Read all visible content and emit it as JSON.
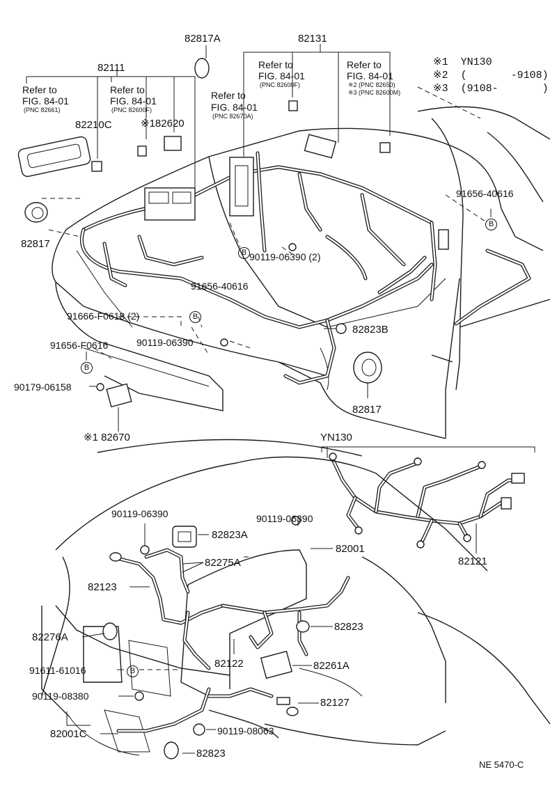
{
  "legend": {
    "row1": "※1  YN130",
    "row2": "※2  (       -9108)",
    "row3": "※3  (9108-       )"
  },
  "circle_b": "B",
  "top": {
    "p82111": "82111",
    "p82131": "82131",
    "p82817A": "82817A",
    "refer1": {
      "line1": "Refer to",
      "line2": "FIG. 84-01",
      "line3": "(PNC 82661)"
    },
    "refer2": {
      "line1": "Refer to",
      "line2": "FIG. 84-01",
      "line3": "(PNC 82600F)"
    },
    "refer3": {
      "line1": "Refer to",
      "line2": "FIG. 84-01",
      "line3": "(PNC 82670A)"
    },
    "refer4": {
      "line1": "Refer to",
      "line2": "FIG. 84-01",
      "line3": "(PNC 82600F)"
    },
    "refer5": {
      "line1": "Refer to",
      "line2": "FIG. 84-01",
      "line3": "※2 (PNC 82650)",
      "line4": "※3 (PNC 82600M)"
    },
    "p82210C": "82210C",
    "p182620": "※182620",
    "p82817_left": "82817",
    "p91656_40616_right": "91656-40616",
    "p91656_40616_mid": "91656-40616",
    "p90119_06390_2": "90119-06390 (2)",
    "p91666_F0618": "91666-F0618 (2)",
    "p90119_06390_a": "90119-06390",
    "p82823B": "82823B",
    "p91656_F0616": "91656-F0616",
    "p90179_06158": "90179-06158",
    "p82670": "※1 82670",
    "p82817_right": "82817"
  },
  "yn": {
    "title": "YN130",
    "p82121": "82121"
  },
  "bottom": {
    "p90119_06390_l": "90119-06390",
    "p90119_06390_r": "90119-06390",
    "p82823A": "82823A",
    "p82001": "82001",
    "p82275A": "82275A",
    "p82123": "82123",
    "p82823_r": "82823",
    "p82276A": "82276A",
    "p82122": "82122",
    "p82261A": "82261A",
    "p91611_61016": "91611-61016",
    "p90119_08380": "90119-08380",
    "p82127": "82127",
    "p82001C": "82001C",
    "p90119_08063": "90119-08063",
    "p82823_b": "82823"
  },
  "code": "NE 5470-C"
}
